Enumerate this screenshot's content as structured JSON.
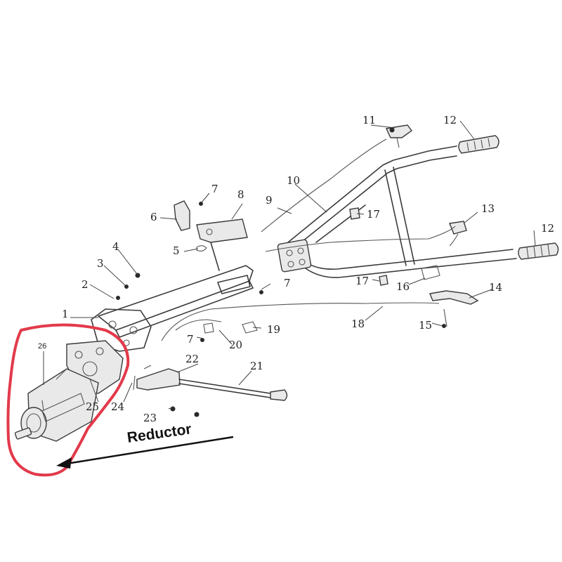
{
  "callouts": {
    "c1": "1",
    "c2": "2",
    "c3": "3",
    "c4": "4",
    "c5": "5",
    "c6": "6",
    "c7a": "7",
    "c7b": "7",
    "c7c": "7",
    "c8": "8",
    "c9": "9",
    "c10": "10",
    "c11": "11",
    "c12a": "12",
    "c12b": "12",
    "c13": "13",
    "c14": "14",
    "c15": "15",
    "c16": "16",
    "c17a": "17",
    "c17b": "17",
    "c18": "18",
    "c19": "19",
    "c20": "20",
    "c21": "21",
    "c22": "22",
    "c23": "23",
    "c24": "24",
    "c25": "25",
    "c26": "26"
  },
  "annotation": {
    "label": "Reductor",
    "highlight_color": "#e23a4a",
    "arrow_color": "#111111"
  }
}
